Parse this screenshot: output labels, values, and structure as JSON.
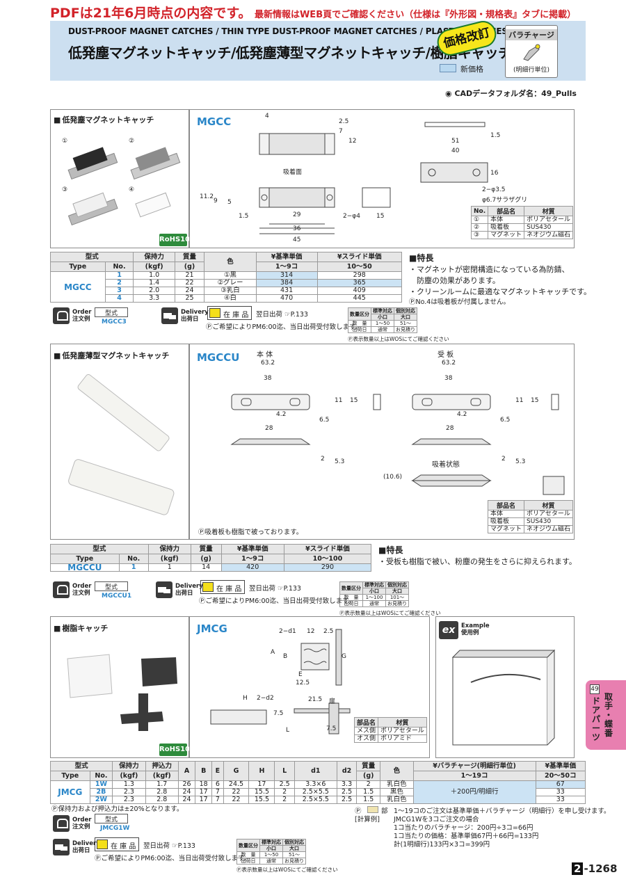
{
  "notice": {
    "main": "PDFは21年6月時点の内容です。",
    "sub": "最新情報はWEB頁でご確認ください（仕様は『外形図・規格表』タブに掲載）"
  },
  "header": {
    "title_en": "DUST-PROOF MAGNET CATCHES / THIN TYPE DUST-PROOF MAGNET CATCHES / PLASTIC CATCHES",
    "title_jp": "低発塵マグネットキャッチ/低発塵薄型マグネットキャッチ/樹脂キャッチ",
    "price_revised": "価格改訂",
    "new_price": "新価格",
    "volume_charge": "バラチャージ",
    "volume_charge_sub": "(明細行単位)"
  },
  "cad": "CADデータフォルダ名：49_Pulls",
  "colors": {
    "accent_blue": "#2a86c8",
    "header_bg": "#ccdff0",
    "price_cell": "#cce3f4",
    "tab_pink": "#e87fb0",
    "rohs_green": "#2e8b3c",
    "notice_red": "#d2232a"
  },
  "icons": [
    "order-icon",
    "truck-icon",
    "stock-cube-icon",
    "mark-icon",
    "ex-icon"
  ],
  "common": {
    "order_label_en": "Order",
    "order_label_jp": "注文例",
    "order_box": "型式",
    "delivery_en": "Delivery",
    "delivery_jp": "出荷日",
    "stock": "在 庫 品",
    "ship": "翌日出荷",
    "page_ref": "P.133",
    "pm6": "ご希望によりPM6:00迄、当日出荷受付致します。",
    "wos": "表示数量以上はWOSにてご確認ください",
    "qty_head": "数量区分",
    "qty_std": "標準対応",
    "qty_indiv": "個別対応",
    "qty_small": "小口",
    "qty_large": "大口",
    "qty_row": "数　量",
    "ship_row": "出荷日",
    "ship_std": "通常",
    "ship_indiv": "お見積り"
  },
  "mgcc": {
    "section": "低発塵マグネットキャッチ",
    "code": "MGCC",
    "rohs": "RoHS10",
    "labels": {
      "suction": "吸着面",
      "hole": "2−φ4",
      "hole2": "2−φ3.5",
      "countersink": "φ6.7サラザグリ"
    },
    "photo_nums": [
      "①",
      "②",
      "③",
      "④"
    ],
    "dims": [
      "4",
      "2.5",
      "7",
      "12",
      "51",
      "40",
      "1.5",
      "16",
      "11.2",
      "9",
      "5",
      "1.5",
      "29",
      "36",
      "45",
      "15"
    ],
    "materials": {
      "head": [
        "No.",
        "部品名",
        "材質"
      ],
      "rows": [
        [
          "①",
          "本体",
          "ポリアセタール"
        ],
        [
          "②",
          "吸着板",
          "SUS430"
        ],
        [
          "③",
          "マグネット",
          "ネオジウム磁石"
        ]
      ]
    },
    "table": {
      "head1": [
        "型式",
        "保持力",
        "質量",
        "色",
        "¥基準単価",
        "¥スライド単価"
      ],
      "head2": [
        "Type",
        "No.",
        "(kgf)",
        "(g)",
        "",
        "1〜9コ",
        "10〜50"
      ],
      "rows": [
        [
          "1",
          "1.0",
          "21",
          "①黒",
          "314",
          "298"
        ],
        [
          "2",
          "1.4",
          "22",
          "②グレー",
          "384",
          "365"
        ],
        [
          "3",
          "2.0",
          "24",
          "③乳白",
          "431",
          "409"
        ],
        [
          "4",
          "3.3",
          "25",
          "④白",
          "470",
          "445"
        ]
      ]
    },
    "features_title": "特長",
    "features": [
      "・マグネットが密閉構造になっている為防錆、",
      "　防塵の効果があります。",
      "・クリーンルームに最適なマグネットキャッチです。"
    ],
    "note": "No.4は吸着板が付属しません。",
    "order_val": "MGCC3",
    "qty": {
      "small": "1〜50",
      "large": "51〜"
    }
  },
  "mgccu": {
    "section": "低発塵薄型マグネットキャッチ",
    "code": "MGCCU",
    "labels": {
      "body": "本 体",
      "plate": "受 板",
      "attached": "吸着状態"
    },
    "dims": [
      "63.2",
      "38",
      "11",
      "15",
      "4.2",
      "6.5",
      "28",
      "2",
      "5.3",
      "(10.6)"
    ],
    "materials": {
      "head": [
        "部品名",
        "材質"
      ],
      "rows": [
        [
          "本体",
          "ポリアセタール"
        ],
        [
          "吸着板",
          "SUS430"
        ],
        [
          "マグネット",
          "ネオジウム磁石"
        ]
      ]
    },
    "note": "吸着板も樹脂で被っております。",
    "table": {
      "head1": [
        "型式",
        "保持力",
        "質量",
        "¥基準単価",
        "¥スライド単価"
      ],
      "head2": [
        "Type",
        "No.",
        "(kgf)",
        "(g)",
        "1〜9コ",
        "10〜100"
      ],
      "rows": [
        [
          "1",
          "1",
          "14",
          "420",
          "290"
        ]
      ]
    },
    "features_title": "特長",
    "features": [
      "・受板も樹脂で被い、粉塵の発生をさらに抑えられます。"
    ],
    "order_val": "MGCCU1",
    "qty": {
      "small": "1〜100",
      "large": "101〜"
    }
  },
  "jmcg": {
    "section": "樹脂キャッチ",
    "code": "JMCG",
    "rohs": "RoHS10",
    "labels": {
      "d1": "2−d1",
      "d2": "2−d2",
      "door": "扉",
      "example_en": "Example",
      "example_jp": "使用例"
    },
    "dims": [
      "12",
      "2.5",
      "A",
      "B",
      "E",
      "G",
      "12.5",
      "H",
      "21.5",
      "7.5",
      "L",
      "7.5"
    ],
    "materials": {
      "head": [
        "部品名",
        "材質"
      ],
      "rows": [
        [
          "メス側",
          "ポリアセタール"
        ],
        [
          "オス側",
          "ポリアミド"
        ]
      ]
    },
    "table": {
      "head1": [
        "型式",
        "保持力",
        "押込力",
        "A",
        "B",
        "E",
        "G",
        "H",
        "L",
        "d1",
        "d2",
        "質量",
        "色",
        "¥バラチャージ(明細行単位)",
        "¥基準単価"
      ],
      "head2": [
        "Type",
        "No.",
        "(kgf)",
        "(kgf)",
        "(g)",
        "1〜19コ",
        "20〜50コ"
      ],
      "rows": [
        [
          "1W",
          "1.3",
          "1.7",
          "26",
          "18",
          "6",
          "24.5",
          "17",
          "2.5",
          "3.3×6",
          "3.3",
          "2",
          "乳白色",
          "67"
        ],
        [
          "2B",
          "2.3",
          "2.8",
          "24",
          "17",
          "7",
          "22",
          "15.5",
          "2",
          "2.5×5.5",
          "2.5",
          "1.5",
          "黒色",
          "33"
        ],
        [
          "2W",
          "2.3",
          "2.8",
          "24",
          "17",
          "7",
          "22",
          "15.5",
          "2",
          "2.5×5.5",
          "2.5",
          "1.5",
          "乳白色",
          "33"
        ]
      ],
      "charge": "＋200円/明細行"
    },
    "note": "保持力および押込力は±20%となります。",
    "calc": {
      "part": "部",
      "label": "[計算例]",
      "lines": [
        "1〜19コのご注文は基準単価＋バラチャージ（明細行）を申し受けます。",
        "JMCG1Wを3コご注文の場合",
        "1コ当たりのバラチャージ：200円÷3コ=66円",
        "1コ当たりの価格：基準単価67円＋66円=133円",
        "計(1明細行)133円×3コ=399円"
      ]
    },
    "order_val": "JMCG1W",
    "qty": {
      "small": "1〜50",
      "large": "51〜"
    }
  },
  "side_tab": {
    "num": "49",
    "line1": "取手・蝶番",
    "line2": "ドアパーツ"
  },
  "page": {
    "prefix": "2",
    "num": "-1268"
  }
}
